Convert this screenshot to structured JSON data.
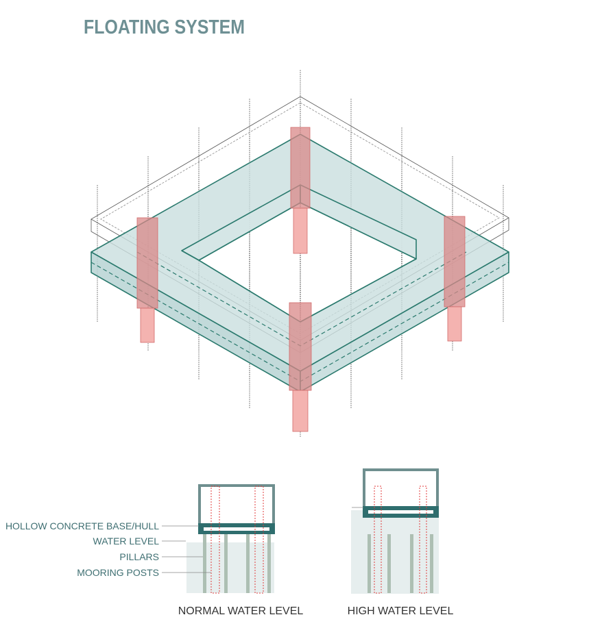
{
  "title": "FLOATING SYSTEM",
  "labels": {
    "hull": "HOLLOW CONCRETE BASE/HULL",
    "water_level": "WATER LEVEL",
    "pillars": "PILLARS",
    "mooring_posts": "MOORING POSTS"
  },
  "captions": {
    "normal": "NORMAL WATER LEVEL",
    "high": "HIGH WATER LEVEL"
  },
  "colors": {
    "hull_fill": "#c9dfdf",
    "hull_edge": "#2b7a6e",
    "pillar_pink": "#f2a6a4",
    "label_text": "#3f6f72",
    "hull_dark": "#2f6e6e",
    "water": "#e6eeee",
    "pillar_gray": "#adbfb3"
  }
}
